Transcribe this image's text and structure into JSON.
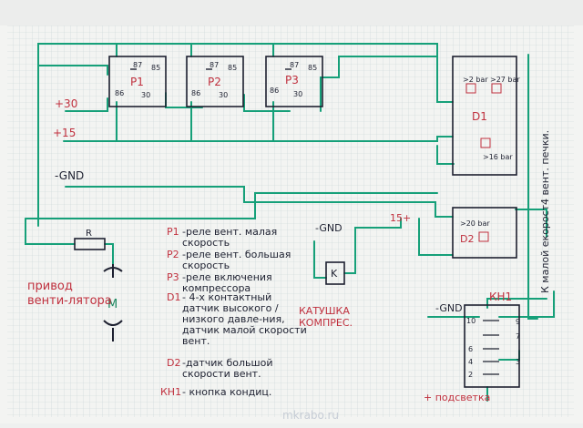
{
  "colors": {
    "paper": "#f3f4f2",
    "grid": "#c9d3d6",
    "wire": "#16a079",
    "ink": "#1d2030",
    "red": "#c0303e"
  },
  "relays": [
    {
      "name": "P1",
      "pin87": "87",
      "pin85": "85",
      "pin86": "86",
      "pin30": "30"
    },
    {
      "name": "P2",
      "pin87": "87",
      "pin85": "85",
      "pin86": "86",
      "pin30": "30"
    },
    {
      "name": "P3",
      "pin87": "87",
      "pin85": "85",
      "pin86": "86",
      "pin30": "30"
    }
  ],
  "supply": {
    "plus30": "+30",
    "plus15": "+15",
    "gnd": "-GND",
    "plus15_right": "15+"
  },
  "sensors": {
    "d1_a": ">2 bar",
    "d1_b": ">27 bar",
    "d1_c": ">16 bar",
    "d1_name": "D1",
    "d2_range": ">20 bar",
    "d2_name": "D2"
  },
  "compressor": {
    "gnd": "-GND",
    "coil": "K",
    "caption": "КАТУШКА КОМПРЕС."
  },
  "resistor": "R",
  "motor": {
    "label": "привод венти-лятора",
    "symbol": "M"
  },
  "right_vertical": "К малой екорост4 вент. печки.",
  "kh1": {
    "title": "КН1",
    "gnd": "-GND",
    "backlight": "+ подсветка",
    "pins": [
      "10",
      "9",
      "7",
      "6",
      "4",
      "2",
      "3"
    ]
  },
  "legend": [
    {
      "key": "P1",
      "text": "-реле вент. малая скорость"
    },
    {
      "key": "P2",
      "text": "-реле вент. большая скорость"
    },
    {
      "key": "P3",
      "text": "-реле включения компрессора"
    },
    {
      "key": "D1",
      "text": "- 4-х контактный датчик высокого / низкого давле-ния, датчик малой скорости вент."
    },
    {
      "key": "D2",
      "text": "-датчик большой скорости вент."
    },
    {
      "key": "КН1",
      "text": "- кнопка кондиц."
    }
  ],
  "watermark": "mkrabo.ru"
}
